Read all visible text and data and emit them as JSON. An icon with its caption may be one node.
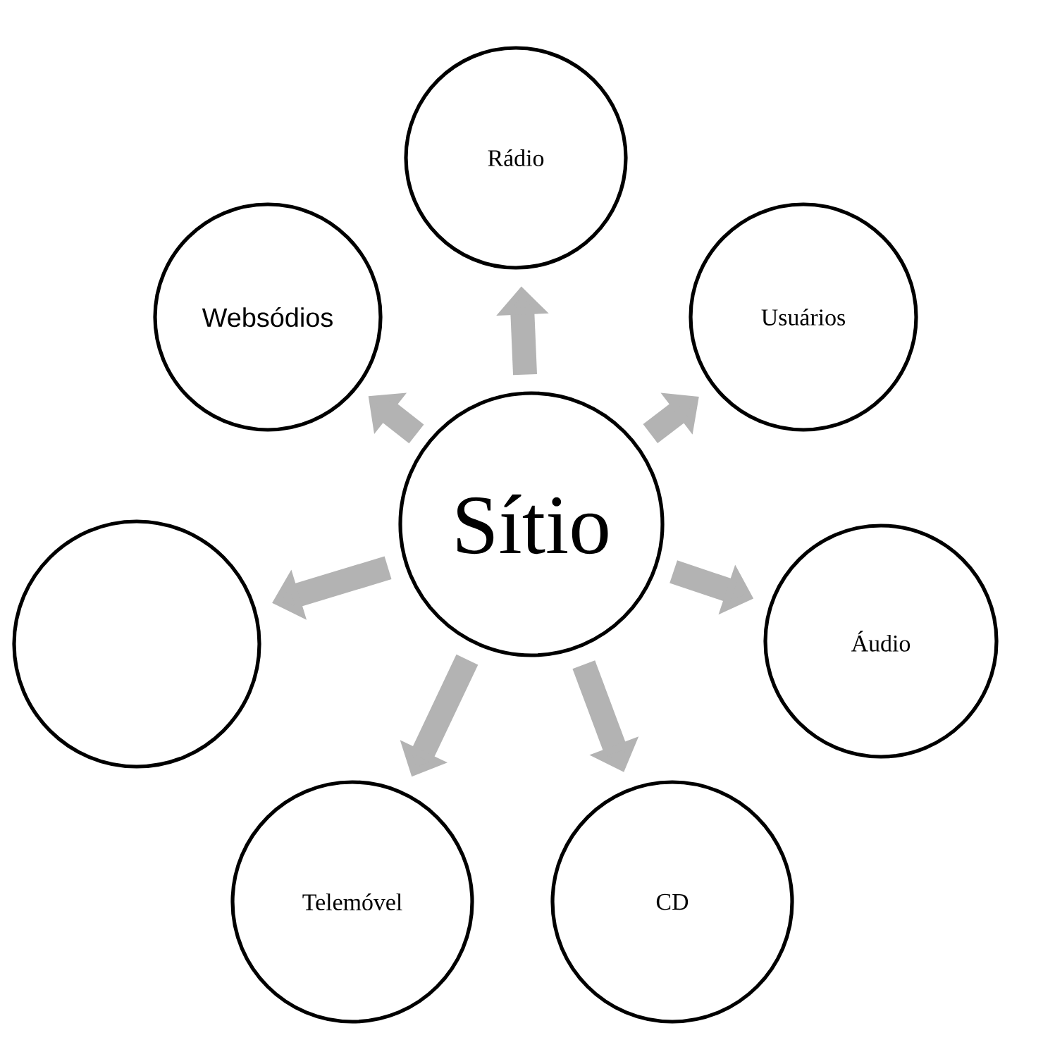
{
  "diagram": {
    "nodes": [
      {
        "text": [
          "Rádio"
        ]
      },
      {
        "text": [
          "Websódios"
        ]
      },
      {
        "text": [
          "Usuários"
        ]
      },
      {
        "text": [
          "Sítio"
        ]
      },
      {
        "text": [],
        "shape": "circle"
      },
      {
        "text": [
          "Áudio"
        ]
      },
      {
        "text": [
          "Telemóvel"
        ]
      },
      {
        "text": [
          "CD"
        ]
      }
    ],
    "edges": [
      {
        "from": 3,
        "to": 0,
        "arrow": "to"
      },
      {
        "from": 3,
        "to": 2,
        "arrow": "to"
      },
      {
        "from": 3,
        "to": 5,
        "arrow": "to"
      },
      {
        "from": 3,
        "to": 7,
        "arrow": "to"
      },
      {
        "from": 3,
        "to": 6,
        "arrow": "to"
      },
      {
        "from": 3,
        "to": 4,
        "arrow": "to"
      },
      {
        "from": 3,
        "to": 1,
        "arrow": "to"
      }
    ]
  }
}
